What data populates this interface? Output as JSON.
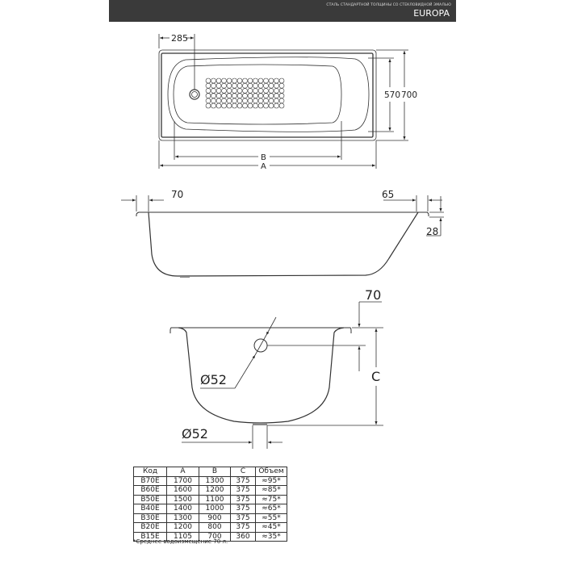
{
  "header": {
    "subtitle": "СТАЛЬ СТАНДАРТНОЙ ТОЛЩИНЫ СО СТЕКЛОВИДНОЙ ЭМАЛЬЮ",
    "title": "EUROPA"
  },
  "top_view": {
    "dim_drain": "285",
    "dim_inner_width": "570",
    "dim_outer_width": "700",
    "dim_b": "B",
    "dim_a": "A"
  },
  "side_view": {
    "dim_left": "70",
    "dim_right": "65",
    "dim_rim": "28"
  },
  "end_view": {
    "dim_overflow": "70",
    "dim_overflow_diameter": "Ø52",
    "dim_depth": "C",
    "dim_drain_diameter": "Ø52"
  },
  "table": {
    "headers": [
      "Код",
      "A",
      "B",
      "C",
      "Объем"
    ],
    "rows": [
      [
        "B70E",
        "1700",
        "1300",
        "375",
        "≈95*"
      ],
      [
        "B60E",
        "1600",
        "1200",
        "375",
        "≈85*"
      ],
      [
        "B50E",
        "1500",
        "1100",
        "375",
        "≈75*"
      ],
      [
        "B40E",
        "1400",
        "1000",
        "375",
        "≈65*"
      ],
      [
        "B30E",
        "1300",
        "900",
        "375",
        "≈55*"
      ],
      [
        "B20E",
        "1200",
        "800",
        "375",
        "≈45*"
      ],
      [
        "B15E",
        "1105",
        "700",
        "360",
        "≈35*"
      ]
    ],
    "footnote": "*Среднее водоизмещение 70 л."
  }
}
